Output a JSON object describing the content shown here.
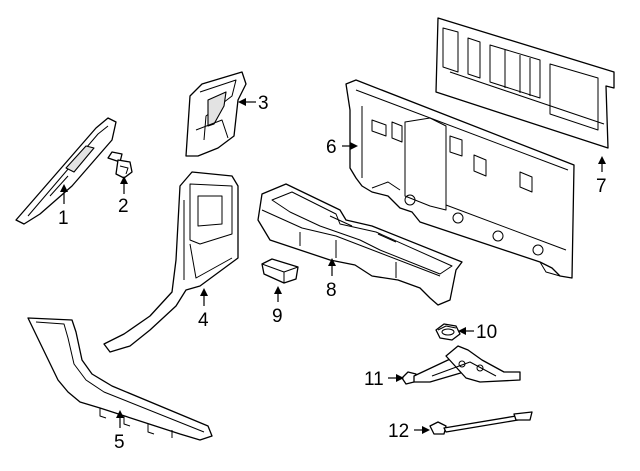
{
  "callouts": [
    {
      "number": "1",
      "part": "part-1"
    },
    {
      "number": "2",
      "part": "part-2"
    },
    {
      "number": "3",
      "part": "part-3"
    },
    {
      "number": "4",
      "part": "part-4"
    },
    {
      "number": "5",
      "part": "part-5"
    },
    {
      "number": "6",
      "part": "part-6"
    },
    {
      "number": "7",
      "part": "part-7"
    },
    {
      "number": "8",
      "part": "part-8"
    },
    {
      "number": "9",
      "part": "part-9"
    },
    {
      "number": "10",
      "part": "part-10"
    },
    {
      "number": "11",
      "part": "part-11"
    },
    {
      "number": "12",
      "part": "part-12"
    }
  ],
  "colors": {
    "line": "#000000",
    "fill": "#ffffff",
    "shade": "#e3e3e3"
  }
}
